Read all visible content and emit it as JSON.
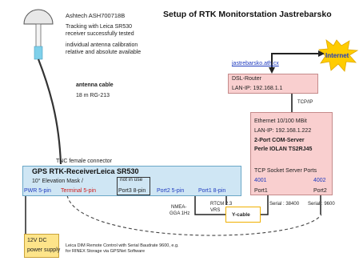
{
  "title": "Setup of RTK Monitorstation Jastrebarsko",
  "antenna": {
    "model": "Ashtech ASH700718B",
    "note1": "Tracking with Leica SR530",
    "note2": "receiver successfully tested",
    "note3": "individual antenna calibration",
    "note4": "relative and absolute available"
  },
  "cable": {
    "title": "antenna cable",
    "spec": "18 m RG-213"
  },
  "internet": {
    "label": "Internet"
  },
  "router": {
    "host": "jastrebarsko.ath.cx",
    "type": "DSL-Router",
    "lan": "LAN-IP: 192.168.1.1"
  },
  "tcpip": "TCP/IP",
  "comserver": {
    "ethernet": "Ethernet 10/100 MBit",
    "lan": "LAN-IP: 192.168.1.222",
    "title1": "2-Port COM-Server",
    "title2": "Perle IOLAN TS2RJ45",
    "ports_title": "TCP Socket Server Ports",
    "port1_num": "4001",
    "port2_num": "4002",
    "port1": "Port1",
    "port2": "Port2"
  },
  "receiver": {
    "connector": "TNC female connector",
    "title": "GPS RTK-ReceiverLeica SR530",
    "elev": "10° Elevation Mask /",
    "not_in_use": "not in use",
    "pwr": "PWR 5-pin",
    "terminal": "Terminal 5-pin",
    "port3": "Port3 8-pin",
    "port2": "Port2 5-pin",
    "port1": "Port1 8-pin"
  },
  "links": {
    "nmea": "NMEA-",
    "gga": "GGA 1Hz",
    "rtcm": "RTCM 2.3",
    "vrs": "VRS",
    "ycable": "Y-cable",
    "serial_left": "Serial : 38400",
    "serial_right": "Serial : 9600"
  },
  "power": {
    "line1": "12V DC",
    "line2": "power supply"
  },
  "footer": {
    "line1": "Leica DIM Remote Control with Serial Baudrate 9600, e.g.",
    "line2": "for RINEX Storage via GPSNet Software"
  }
}
